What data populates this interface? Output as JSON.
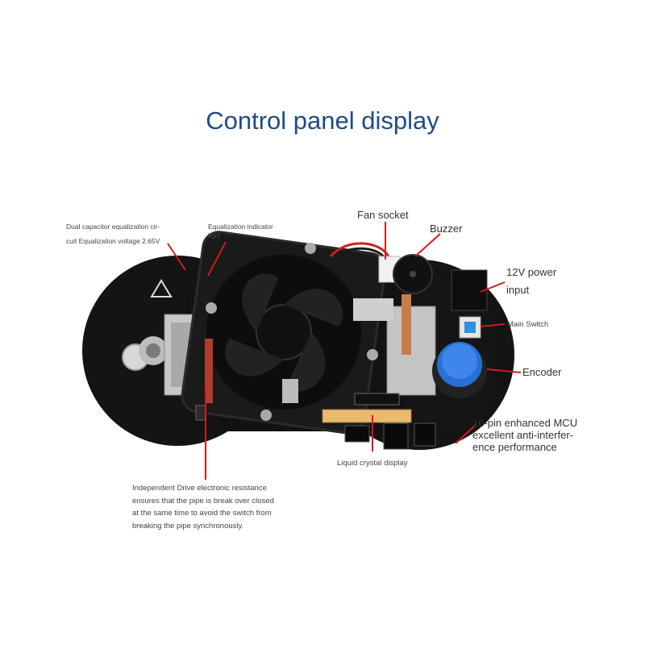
{
  "title": "Control panel display",
  "labels": {
    "dual_capacitor": [
      "Dual capacitor equalization cir-",
      "cuit Equalization voltage 2.65V"
    ],
    "equalization_light": [
      "Equalization indicator",
      "light"
    ],
    "fan_socket": "Fan socket",
    "buzzer": "Buzzer",
    "power_input": [
      "12V power",
      "input"
    ],
    "main_switch": "Main Switch",
    "encoder": "Encoder",
    "mcu": [
      "16-pin enhanced MCU",
      "excellent anti-interfer-",
      "ence performance"
    ],
    "lcd": "Liquid crystal display",
    "drive": [
      "Independent Drive electronic resistance",
      "ensures that the pipe is break over closed",
      "at the same time to avoid the switch from",
      "breaking the pipe synchronously."
    ]
  },
  "colors": {
    "title": "#1f4b87",
    "pointer": "#d11a1a",
    "board": "#141414",
    "switch": "#2f8fe0",
    "knob": "#2a6fd6"
  }
}
